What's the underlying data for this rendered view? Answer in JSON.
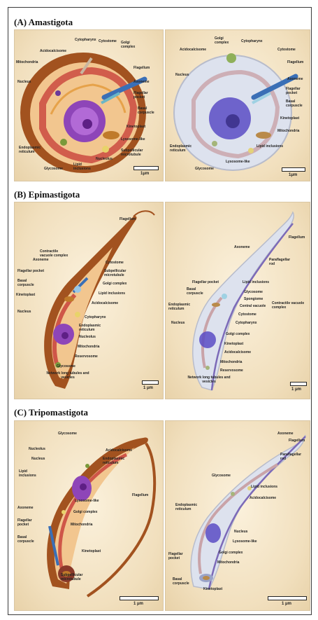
{
  "sections": [
    {
      "title": "(A) Amastigota",
      "left": {
        "labels": [
          "Cytopharynx",
          "Cytostome",
          "Golgi complex",
          "Acidocalcisome",
          "Mitochondria",
          "Flagellum",
          "Axoneme",
          "Nucleus",
          "Flagellar pocket",
          "Basal corpuscle",
          "Kinetoplast",
          "Endoplasmic reticulum",
          "Lysosome-like",
          "Nucleolus",
          "Subpellicular microtubule",
          "Glycosome",
          "Lipid inclusions"
        ],
        "scale": "1μm"
      },
      "right": {
        "labels": [
          "Golgi complex",
          "Cytopharynx",
          "Acidocalcisome",
          "Cytostome",
          "Flagellum",
          "Nucleus",
          "Axoneme",
          "Flagellar pocket",
          "Basal corpuscle",
          "Kinetoplast",
          "Mitochondria",
          "Endoplasmic reticulum",
          "Lipid inclusions",
          "Glycosome",
          "Lysosome-like"
        ],
        "scale": "1μm"
      }
    },
    {
      "title": "(B) Epimastigota",
      "left": {
        "labels": [
          "Flagellum",
          "Contractile vacuole complex",
          "Cytostome",
          "Axoneme",
          "Subpellicular microtubule",
          "Flagellar pocket",
          "Golgi complex",
          "Basal corpuscle",
          "Lipid inclusions",
          "Kinetoplast",
          "Acidocalcisome",
          "Nucleus",
          "Cytopharynx",
          "Endoplasmic reticulum",
          "Nucleolus",
          "Mitochondria",
          "Reservosome",
          "Glycosome",
          "Network long tubules and vesicles"
        ],
        "scale": "1 μm"
      },
      "right": {
        "labels": [
          "Flagellum",
          "Axoneme",
          "Paraflagellar rod",
          "Flagellar pocket",
          "Lipid inclusions",
          "Basal corpuscle",
          "Glycosome",
          "Spongiome",
          "Endoplasmic reticulum",
          "Central vacuole",
          "Contractile vacuole complex",
          "Cytostome",
          "Nucleus",
          "Cytopharynx",
          "Golgi complex",
          "Kinetoplast",
          "Acidocalcisome",
          "Mitochondria",
          "Reservosome",
          "Network long tubules and vesicles"
        ],
        "scale": "1 μm"
      }
    },
    {
      "title": "(C) Tripomastigota",
      "left": {
        "labels": [
          "Glycosome",
          "Nucleolus",
          "Acidocalcisome",
          "Nucleus",
          "Endoplasmic reticulum",
          "Lipid inclusions",
          "Flagellum",
          "Lysosome-like",
          "Axoneme",
          "Golgi complex",
          "Flagellar pocket",
          "Mitochondria",
          "Basal corpuscle",
          "Kinetoplast",
          "Subpellicular microtubule"
        ],
        "scale": "1 μm"
      },
      "right": {
        "labels": [
          "Axoneme",
          "Flagellum",
          "Paraflagellar rod",
          "Glycosome",
          "Lipid inclusions",
          "Acidocalcisome",
          "Endoplasmic reticulum",
          "Nucleus",
          "Lysosome-like",
          "Flagellar pocket",
          "Golgi complex",
          "Mitochondria",
          "Basal corpuscle",
          "Kinetoplast"
        ],
        "scale": "1 μm"
      }
    }
  ],
  "colors": {
    "outer_body": "#a2521f",
    "cytoplasm": "#f2c68f",
    "nucleus": "#8e45b8",
    "mitochondria": "#c63a36",
    "flagellum": "#3a6fb6",
    "pale_body": "#dde2ee",
    "pale_nucleus": "#5a4cc4",
    "panel_bg": "#f3e3c4"
  }
}
